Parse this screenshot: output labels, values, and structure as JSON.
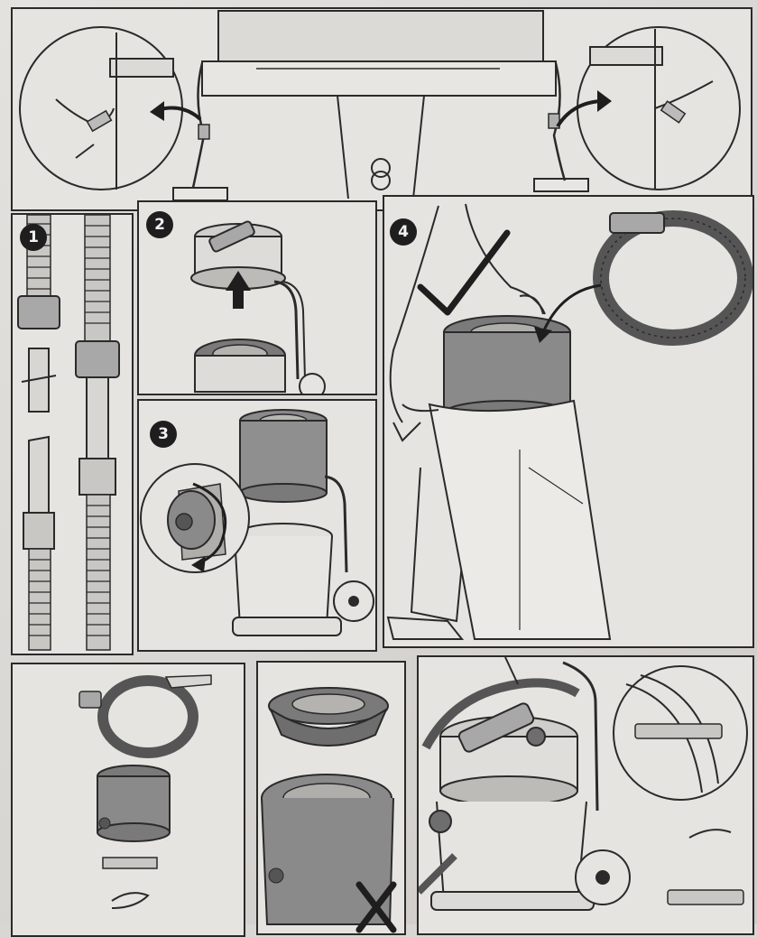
{
  "steps": {
    "s1": "1",
    "s2": "2",
    "s3": "3",
    "s4": "4"
  },
  "colors": {
    "ink": "#2a2a2a",
    "paper": "#e6e4e0",
    "dark_part": "#6e6e6e",
    "mid_part": "#a8a8a8"
  },
  "icons": {
    "tick": "check-mark-icon",
    "cross": "cross-mark-icon",
    "arrow": "arrow-icon"
  }
}
